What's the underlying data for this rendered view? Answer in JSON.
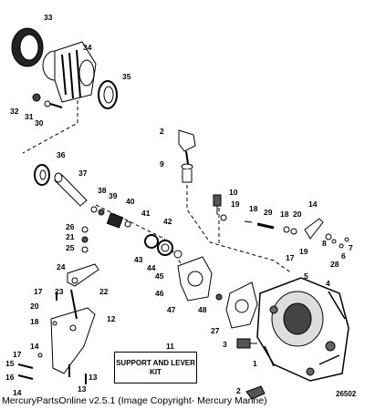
{
  "diagram": {
    "callouts": [
      "33",
      "34",
      "35",
      "32",
      "31",
      "30",
      "2",
      "9",
      "36",
      "37",
      "38",
      "39",
      "40",
      "41",
      "10",
      "19",
      "18",
      "29",
      "18",
      "20",
      "14",
      "26",
      "21",
      "25",
      "42",
      "43",
      "44",
      "45",
      "46",
      "47",
      "48",
      "19",
      "17",
      "8",
      "6",
      "7",
      "28",
      "24",
      "5",
      "4",
      "23",
      "22",
      "17",
      "20",
      "18",
      "14",
      "12",
      "27",
      "3",
      "11",
      "17",
      "15",
      "16",
      "13",
      "14",
      "13",
      "1",
      "2"
    ],
    "kit_label": "SUPPORT AND LEVER KIT",
    "diagram_number": "26502"
  },
  "footer": {
    "text": "MercuryPartsOnline v2.5.1 (Image Copyright- Mercury Marine)"
  }
}
